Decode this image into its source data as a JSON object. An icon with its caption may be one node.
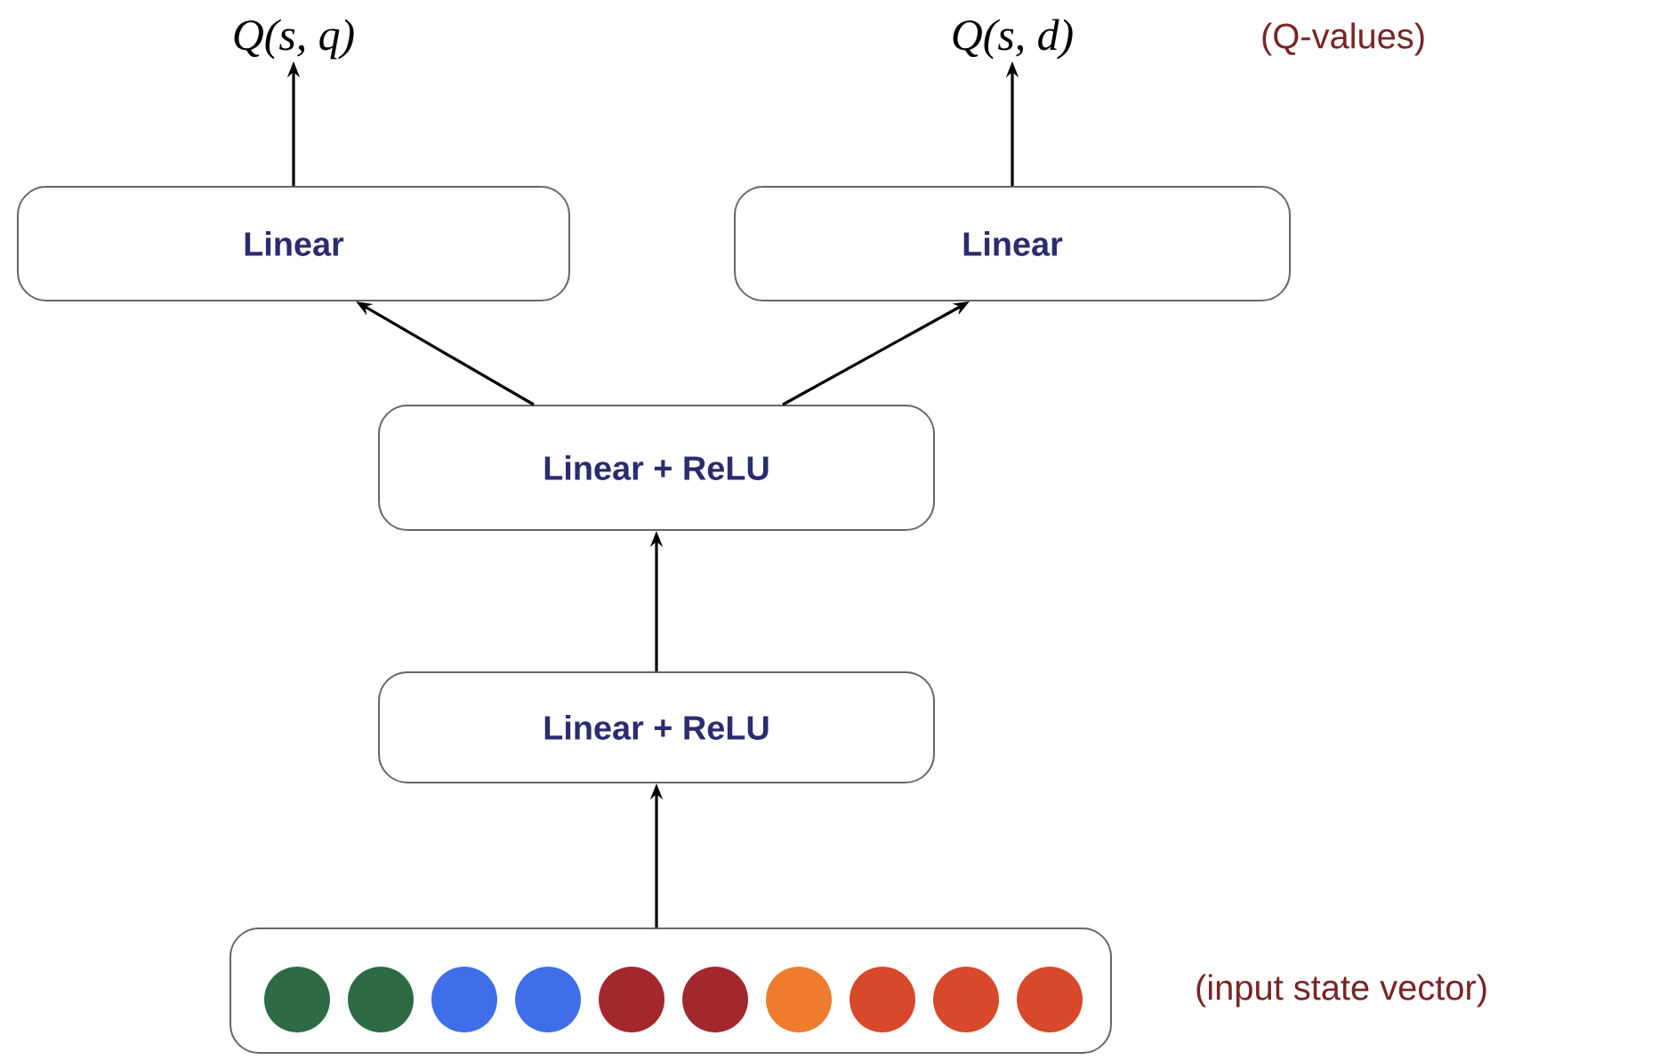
{
  "diagram": {
    "nodes": [
      {
        "text": [
          "Q(s, q)"
        ]
      },
      {
        "text": [
          "Q(s, d)"
        ]
      },
      {
        "text": [
          "Linear"
        ]
      },
      {
        "text": [
          "Linear"
        ]
      },
      {
        "text": [
          "Linear + ReLU"
        ]
      },
      {
        "text": [
          "Linear + ReLU"
        ]
      },
      {
        "text": [],
        "shape": "box",
        "beside": [
          "(input state vector)"
        ]
      }
    ],
    "edges": [
      {
        "from": 2,
        "to": 0,
        "arrow": "to"
      },
      {
        "from": 3,
        "to": 1,
        "arrow": "to"
      },
      {
        "from": 4,
        "to": 2,
        "arrow": "to"
      },
      {
        "from": 4,
        "to": 3,
        "arrow": "to"
      },
      {
        "from": 5,
        "to": 4,
        "arrow": "to"
      },
      {
        "from": 6,
        "to": 5,
        "arrow": "to"
      }
    ],
    "labels": [
      "(Q-values)"
    ]
  }
}
